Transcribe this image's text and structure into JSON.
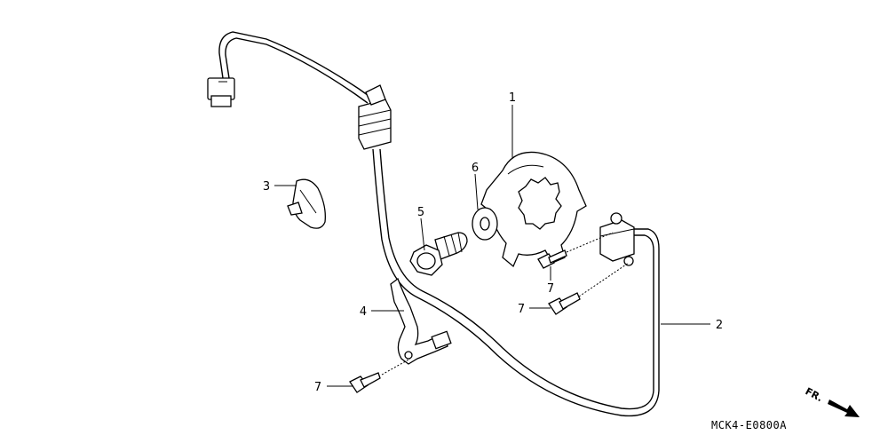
{
  "diagram_code": "MCK4-E0800A",
  "front_marker": "FR.",
  "callouts": {
    "c1": "1",
    "c2": "2",
    "c3": "3",
    "c4": "4",
    "c5": "5",
    "c6": "6",
    "c7a": "7",
    "c7b": "7",
    "c7c": "7"
  }
}
